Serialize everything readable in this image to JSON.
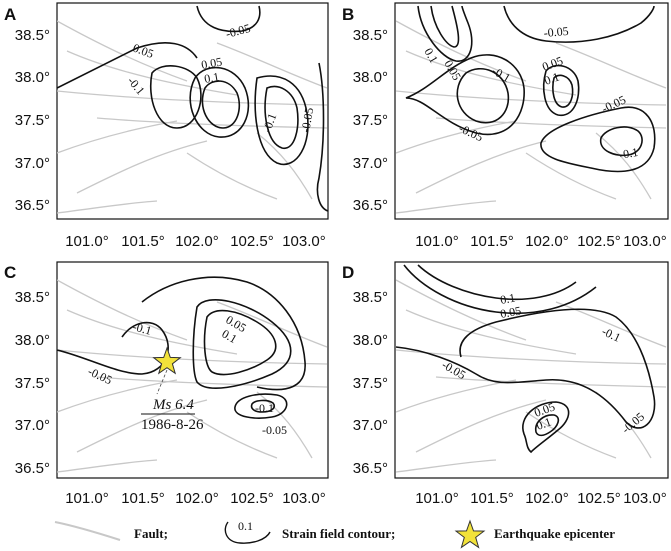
{
  "panels": [
    {
      "letter": "A",
      "labels": [
        "-0.05",
        "0.05",
        "-0.1",
        "0.05",
        "0.1",
        "-0.1",
        "-0.05"
      ]
    },
    {
      "letter": "B",
      "labels": [
        "0.1",
        "0.05",
        "-0.05",
        "-0.1",
        "0.05",
        "0.1",
        "-0.05",
        "-0.05",
        "-0.1"
      ]
    },
    {
      "letter": "C",
      "labels": [
        "-0.1",
        "-0.05",
        "0.05",
        "0.1",
        "-0.1",
        "-0.05"
      ]
    },
    {
      "letter": "D",
      "labels": [
        "0.1",
        "0.05",
        "-0.1",
        "-0.05",
        "0.05",
        "0.1",
        "-0.05"
      ]
    }
  ],
  "axes": {
    "x_ticks": [
      "101.0°",
      "101.5°",
      "102.0°",
      "102.5°",
      "103.0°"
    ],
    "y_ticks": [
      "38.5°",
      "38.0°",
      "37.5°",
      "37.0°",
      "36.5°"
    ]
  },
  "annotation": {
    "magnitude": "Ms 6.4",
    "date": "1986-8-26"
  },
  "legend": {
    "fault_label": "Fault;",
    "contour_label": "Strain field contour;",
    "contour_sample_value": "0.1",
    "epicenter_label": "Earthquake epicenter"
  },
  "colors": {
    "fault": "#c8c8c8",
    "contour": "#111111",
    "star": "#f2e23a"
  }
}
